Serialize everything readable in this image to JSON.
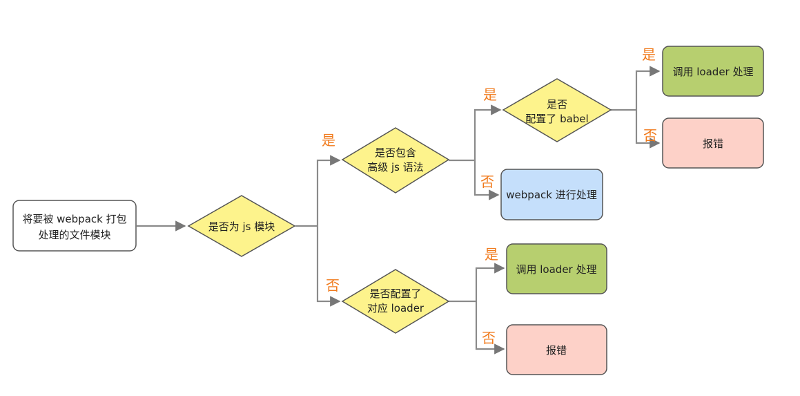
{
  "colors": {
    "start_fill": "#ffffff",
    "decision_fill": "#fdf38c",
    "green_fill": "#b7cf6f",
    "red_fill": "#fdd1c8",
    "blue_fill": "#c5dffb",
    "edge_label": "#f07a1c",
    "stroke": "#555555"
  },
  "nodes": {
    "start": {
      "lines": [
        "将要被 webpack 打包",
        "处理的文件模块"
      ]
    },
    "is_js": {
      "lines": [
        "是否为 js 模块"
      ]
    },
    "has_advanced": {
      "lines": [
        "是否包含",
        "高级 js 语法"
      ]
    },
    "has_loader": {
      "lines": [
        "是否配置了",
        "对应 loader"
      ]
    },
    "has_babel": {
      "lines": [
        "是否",
        "配置了 babel"
      ]
    },
    "webpack_process": {
      "lines": [
        "webpack 进行处理"
      ]
    },
    "loader_a": {
      "lines": [
        "调用 loader 处理"
      ]
    },
    "error_a": {
      "lines": [
        "报错"
      ]
    },
    "loader_b": {
      "lines": [
        "调用 loader 处理"
      ]
    },
    "error_b": {
      "lines": [
        "报错"
      ]
    }
  },
  "edge_labels": {
    "js_yes": "是",
    "js_no": "否",
    "adv_yes": "是",
    "adv_no": "否",
    "babel_yes": "是",
    "babel_no": "否",
    "loader_yes": "是",
    "loader_no": "否"
  }
}
